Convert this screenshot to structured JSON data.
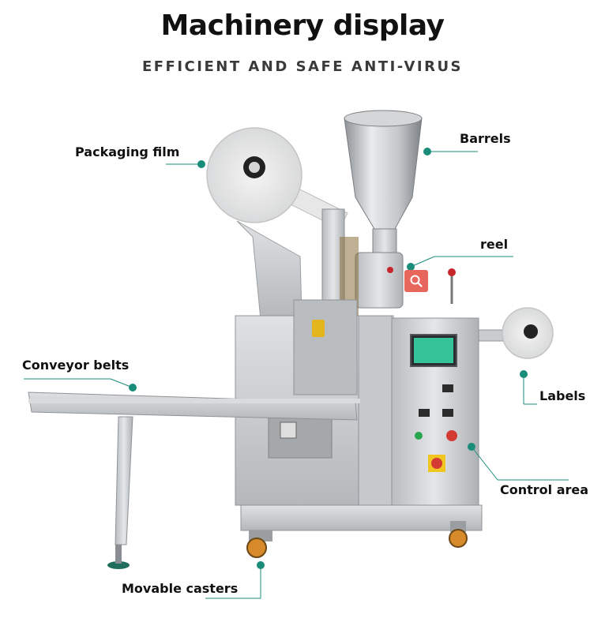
{
  "header": {
    "title": "Machinery display",
    "subtitle": "EFFICIENT AND SAFE ANTI-VIRUS"
  },
  "callouts": {
    "packaging_film": "Packaging film",
    "barrels": "Barrels",
    "reel": "reel",
    "conveyor_belts": "Conveyor belts",
    "labels": "Labels",
    "control_area": "Control area",
    "movable_casters": "Movable casters"
  },
  "colors": {
    "accent": "#1a8c7a",
    "zoom_button": "#e8675c",
    "steel": "#c9ccce",
    "screen": "#35c49a"
  },
  "icons": {
    "zoom": "magnifier-icon"
  }
}
